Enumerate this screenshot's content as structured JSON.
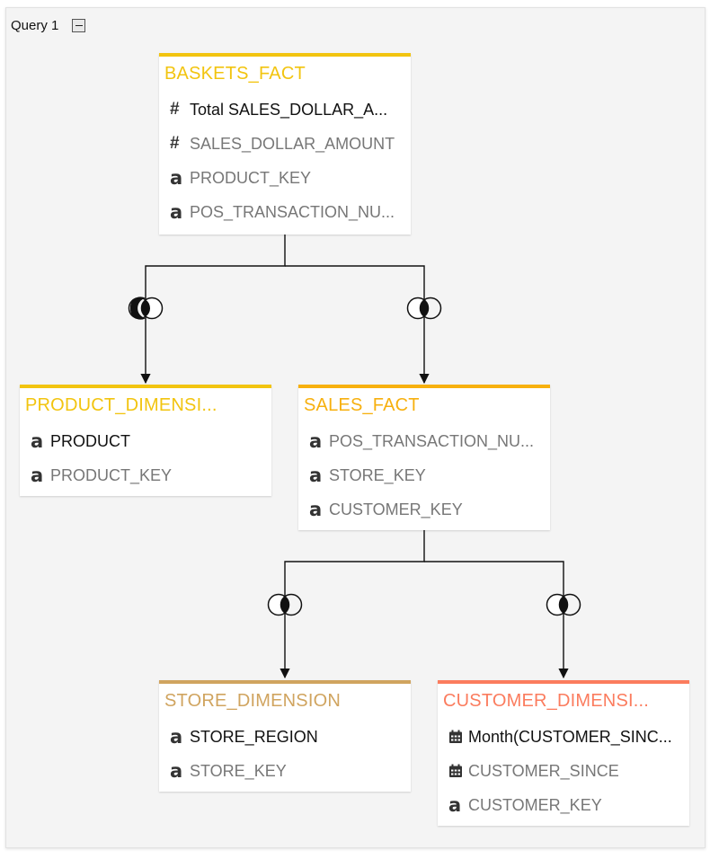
{
  "query": {
    "label": "Query 1"
  },
  "colors": {
    "baskets_fact": "#f2c40f",
    "product_dimension": "#f2c40f",
    "sales_fact": "#f7b00e",
    "store_dimension": "#d0a45f",
    "customer_dimension": "#fb7c5e"
  },
  "tables": {
    "baskets_fact": {
      "title": "BASKETS_FACT",
      "columns": [
        {
          "icon": "hash-icon",
          "name": "Total SALES_DOLLAR_A..."
        },
        {
          "icon": "hash-icon",
          "name": "SALES_DOLLAR_AMOUNT"
        },
        {
          "icon": "text-a-icon",
          "name": "PRODUCT_KEY"
        },
        {
          "icon": "text-a-icon",
          "name": "POS_TRANSACTION_NU..."
        }
      ]
    },
    "product_dimension": {
      "title": "PRODUCT_DIMENSI...",
      "columns": [
        {
          "icon": "text-a-icon",
          "name": "PRODUCT"
        },
        {
          "icon": "text-a-icon",
          "name": "PRODUCT_KEY"
        }
      ]
    },
    "sales_fact": {
      "title": "SALES_FACT",
      "columns": [
        {
          "icon": "text-a-icon",
          "name": "POS_TRANSACTION_NU..."
        },
        {
          "icon": "text-a-icon",
          "name": "STORE_KEY"
        },
        {
          "icon": "text-a-icon",
          "name": "CUSTOMER_KEY"
        }
      ]
    },
    "store_dimension": {
      "title": "STORE_DIMENSION",
      "columns": [
        {
          "icon": "text-a-icon",
          "name": "STORE_REGION"
        },
        {
          "icon": "text-a-icon",
          "name": "STORE_KEY"
        }
      ]
    },
    "customer_dimension": {
      "title": "CUSTOMER_DIMENSI...",
      "columns": [
        {
          "icon": "calendar-icon",
          "name": "Month(CUSTOMER_SINC..."
        },
        {
          "icon": "calendar-icon",
          "name": "CUSTOMER_SINCE"
        },
        {
          "icon": "text-a-icon",
          "name": "CUSTOMER_KEY"
        }
      ]
    }
  },
  "joins": [
    {
      "from": "BASKETS_FACT",
      "to": "PRODUCT_DIMENSI...",
      "join_type": "left-join-icon"
    },
    {
      "from": "BASKETS_FACT",
      "to": "SALES_FACT",
      "join_type": "inner-join-icon"
    },
    {
      "from": "SALES_FACT",
      "to": "STORE_DIMENSION",
      "join_type": "inner-join-icon"
    },
    {
      "from": "SALES_FACT",
      "to": "CUSTOMER_DIMENSI...",
      "join_type": "inner-join-icon"
    }
  ]
}
